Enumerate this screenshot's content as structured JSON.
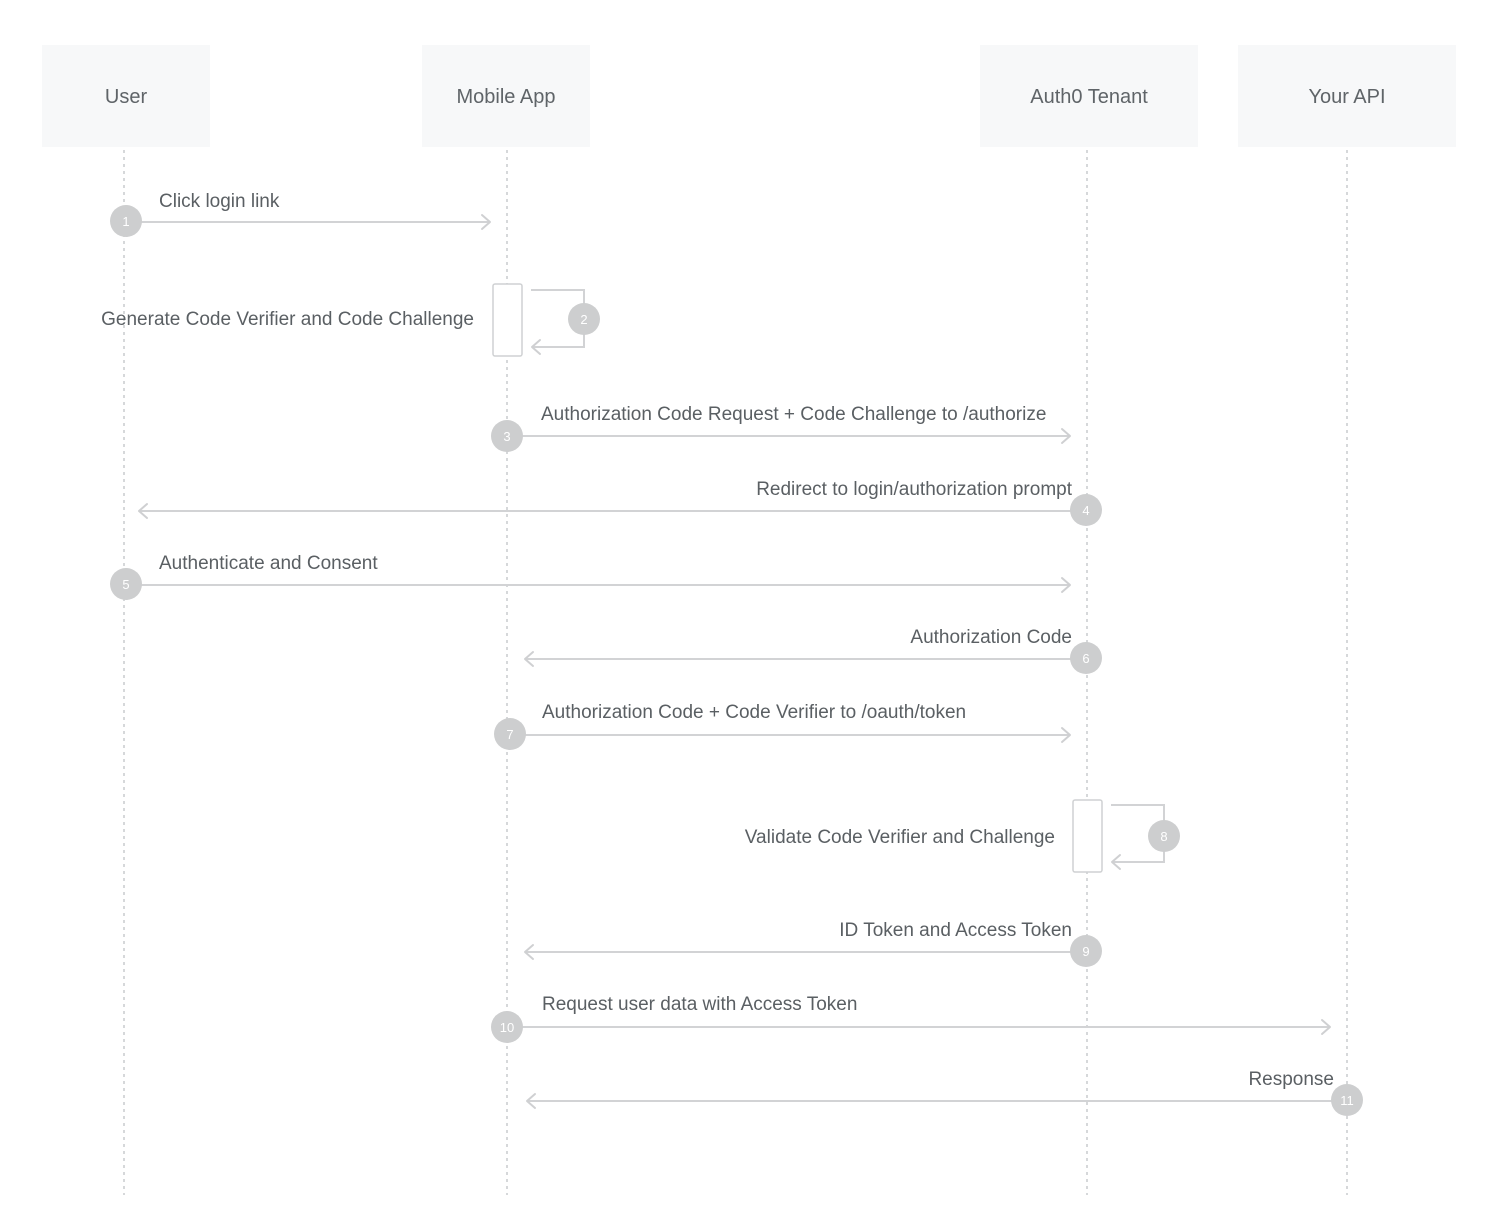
{
  "actors": [
    {
      "id": "user",
      "label": "User"
    },
    {
      "id": "mobile_app",
      "label": "Mobile App"
    },
    {
      "id": "auth0_tenant",
      "label": "Auth0 Tenant"
    },
    {
      "id": "your_api",
      "label": "Your API"
    }
  ],
  "steps": [
    {
      "number": "1",
      "label": "Click login link",
      "from": "user",
      "to": "mobile_app"
    },
    {
      "number": "2",
      "label": "Generate Code Verifier and Code Challenge",
      "from": "mobile_app",
      "to": "mobile_app",
      "self": true
    },
    {
      "number": "3",
      "label": "Authorization Code Request + Code Challenge to /authorize",
      "from": "mobile_app",
      "to": "auth0_tenant"
    },
    {
      "number": "4",
      "label": "Redirect to login/authorization prompt",
      "from": "auth0_tenant",
      "to": "user"
    },
    {
      "number": "5",
      "label": "Authenticate and Consent",
      "from": "user",
      "to": "auth0_tenant"
    },
    {
      "number": "6",
      "label": "Authorization Code",
      "from": "auth0_tenant",
      "to": "mobile_app"
    },
    {
      "number": "7",
      "label": "Authorization Code + Code Verifier to /oauth/token",
      "from": "mobile_app",
      "to": "auth0_tenant"
    },
    {
      "number": "8",
      "label": "Validate Code Verifier and Challenge",
      "from": "auth0_tenant",
      "to": "auth0_tenant",
      "self": true
    },
    {
      "number": "9",
      "label": "ID Token and Access Token",
      "from": "auth0_tenant",
      "to": "mobile_app"
    },
    {
      "number": "10",
      "label": "Request user data with Access Token",
      "from": "mobile_app",
      "to": "your_api"
    },
    {
      "number": "11",
      "label": "Response",
      "from": "your_api",
      "to": "mobile_app"
    }
  ],
  "colors": {
    "actor_box": "#f7f8f9",
    "lifeline": "#c9cbcd",
    "arrow": "#d2d3d5",
    "badge": "#cdcecf",
    "text": "#5a5f63"
  }
}
